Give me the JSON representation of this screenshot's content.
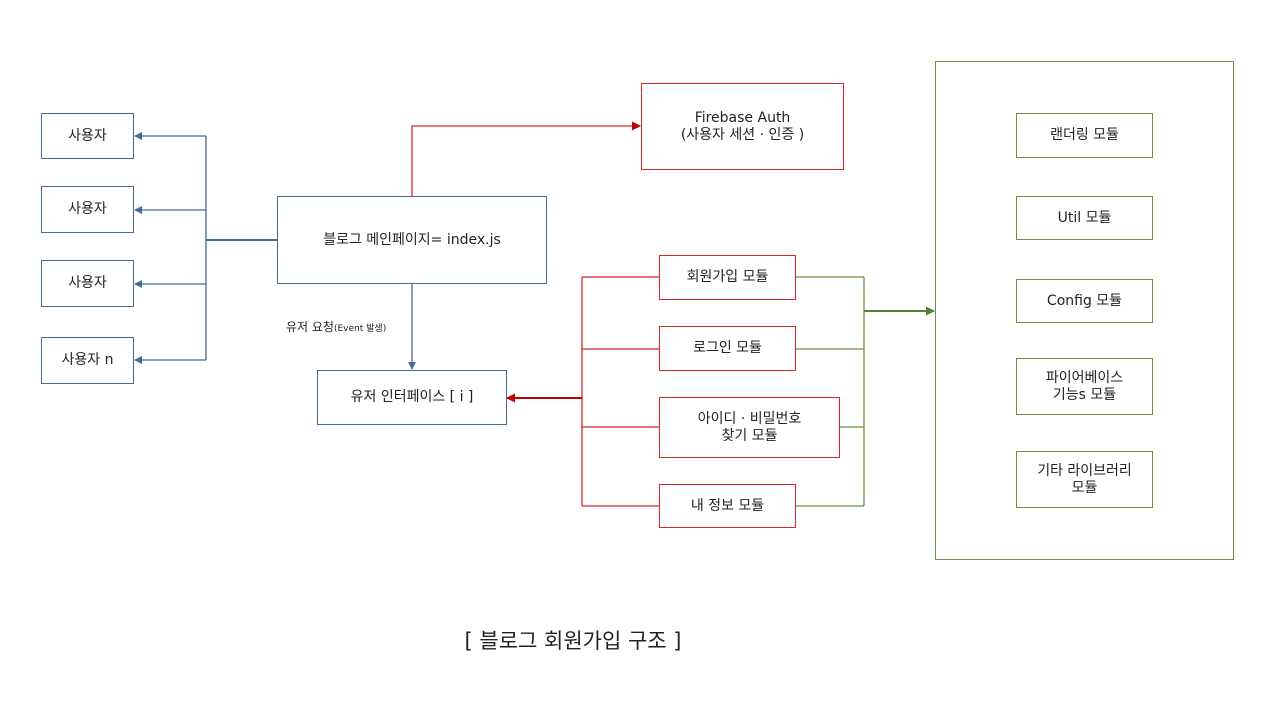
{
  "colors": {
    "user_side": "#4a6a96",
    "auth_side": "#d9262c",
    "module_side": "#6a8f45"
  },
  "users": [
    "사용자",
    "사용자",
    "사용자",
    "사용자 n"
  ],
  "main_page": "블로그 메인페이지= index.js",
  "firebase_auth": "Firebase Auth\n(사용자 세션 · 인증 )",
  "user_request": {
    "text": "유저 요청",
    "detail": "(Event 발생)"
  },
  "user_interface": "유저 인터페이스 [ i ]",
  "feature_modules": [
    "회원가입 모듈",
    "로그인 모듈",
    "아이디 · 비밀번호\n찾기 모듈",
    "내 정보 모듈"
  ],
  "library_modules": [
    "랜더링 모듈",
    "Util 모듈",
    "Config 모듈",
    "파이어베이스\n기능s 모듈",
    "기타 라이브러리\n모듈"
  ],
  "caption": "[ 블로그 회원가입 구조 ]"
}
